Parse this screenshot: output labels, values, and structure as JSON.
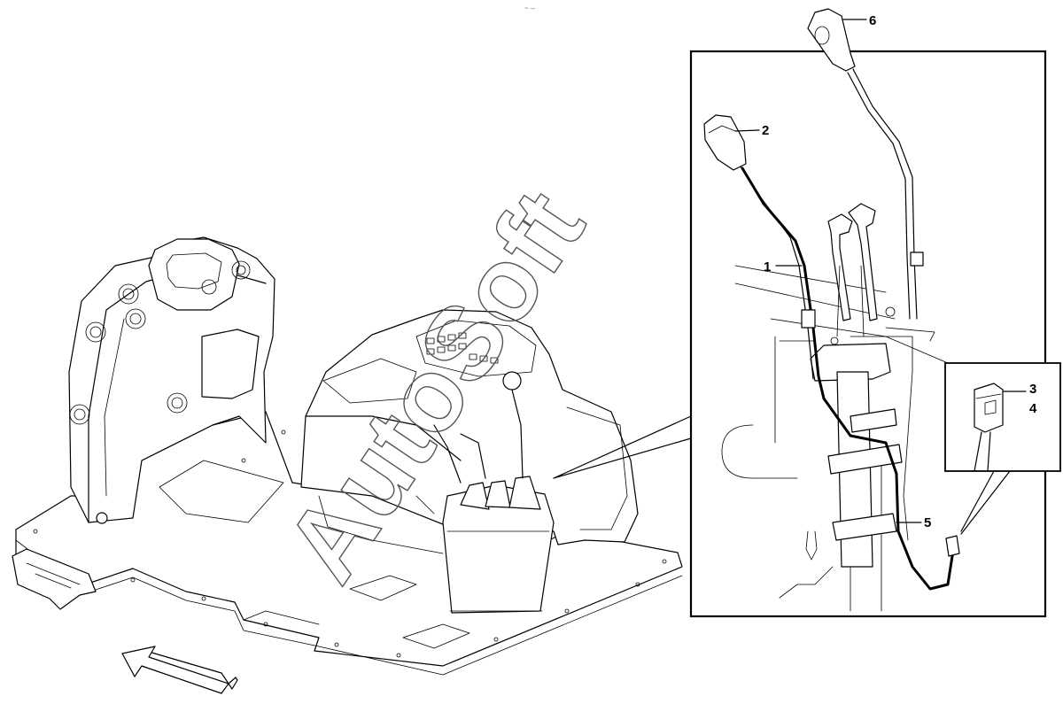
{
  "diagram": {
    "watermark": "AutoSoft",
    "header_mark": "~ --",
    "callouts": [
      {
        "id": "1",
        "label": "1"
      },
      {
        "id": "2",
        "label": "2"
      },
      {
        "id": "3",
        "label": "3"
      },
      {
        "id": "4",
        "label": "4"
      },
      {
        "id": "5",
        "label": "5"
      },
      {
        "id": "6",
        "label": "6"
      }
    ]
  }
}
